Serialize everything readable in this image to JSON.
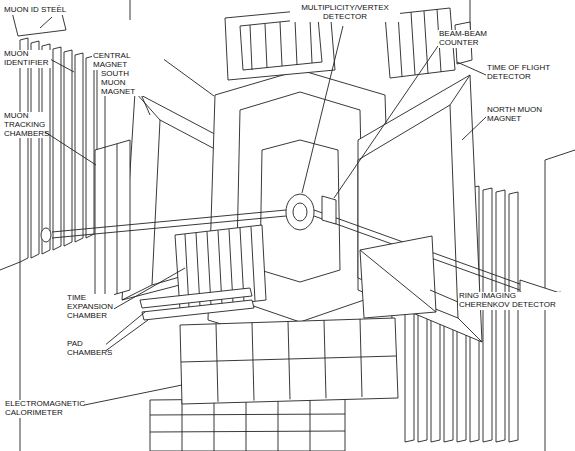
{
  "diagram": {
    "labels": [
      "MUON ID STEEL",
      "MUON IDENTIFIER",
      "CENTRAL MAGNET",
      "SOUTH MUON MAGNET",
      "MUON TRACKING CHAMBERS",
      "MULTIPLICITY/VERTEX DETECTOR",
      "BEAM-BEAM COUNTER",
      "TIME OF FLIGHT DETECTOR",
      "NORTH MUON MAGNET",
      "TIME EXPANSION CHAMBER",
      "PAD CHAMBERS",
      "RING IMAGING CHERENKOV DETECTOR",
      "ELECTROMAGNETIC CALORIMETER"
    ]
  }
}
